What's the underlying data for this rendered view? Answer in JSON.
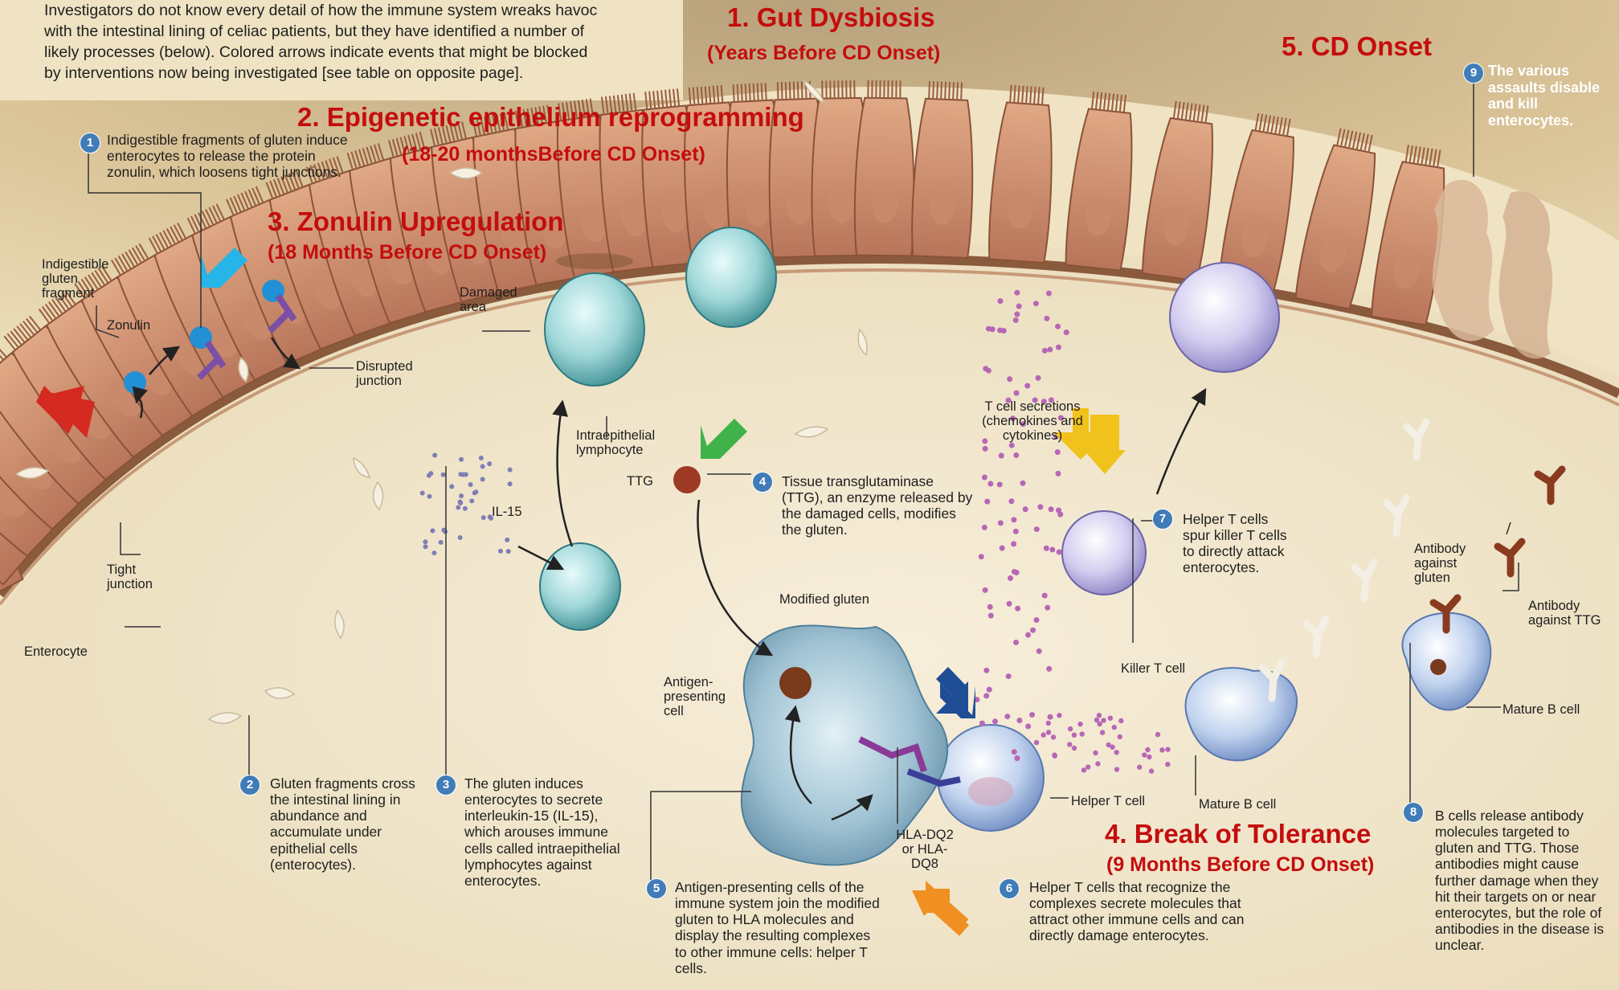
{
  "intro": {
    "line1": "Investigators do not know every detail of how the immune system wreaks havoc",
    "line2": "with the intestinal lining of celiac patients, but they have identified a number of",
    "line3": "likely processes (below). Colored arrows indicate events that might be blocked",
    "line4": "by interventions now being investigated [see table on opposite page]."
  },
  "stages": {
    "s1_title": "1. Gut Dysbiosis",
    "s1_sub": "(Years Before CD Onset)",
    "s2_title": "2. Epigenetic epithelium reprogramming",
    "s2_sub": "(18-20 monthsBefore CD Onset)",
    "s3_title": "3. Zonulin Upregulation",
    "s3_sub": "(18 Months Before CD Onset)",
    "s4_title": "4. Break of Tolerance",
    "s4_sub": "(9 Months Before CD Onset)",
    "s5_title": "5. CD Onset"
  },
  "labels": {
    "gluten_fragment": "Indigestible gluten fragment",
    "zonulin": "Zonulin",
    "disrupted_junction": "Disrupted junction",
    "tight_junction": "Tight junction",
    "enterocyte": "Enterocyte",
    "damaged_area": "Damaged area",
    "iel": "Intraepithelial lymphocyte",
    "il15": "IL-15",
    "ttg": "TTG",
    "tcell_secretions": "T cell secretions (chemokines and cytokines)",
    "modified_gluten": "Modified gluten",
    "apc": "Antigen-presenting cell",
    "hla": "HLA-DQ2 or HLA-DQ8",
    "helper_tcell": "Helper T cell",
    "killer_tcell": "Killer T cell",
    "mature_bcell_1": "Mature B cell",
    "mature_bcell_2": "Mature B cell",
    "ab_gluten": "Antibody against gluten",
    "ab_ttg": "Antibody against TTG"
  },
  "steps": [
    {
      "num": "1",
      "text": "Indigestible fragments of gluten induce enterocytes to release the protein zonulin, which loosens tight junctions."
    },
    {
      "num": "2",
      "text": "Gluten fragments cross the intestinal lining in abundance and accumulate under epithelial cells (enterocytes)."
    },
    {
      "num": "3",
      "text": "The gluten induces enterocytes to secrete interleukin-15 (IL-15), which arouses immune cells called intraepithelial lymphocytes against enterocytes."
    },
    {
      "num": "4",
      "text": "Tissue transglutaminase (TTG), an enzyme released by the damaged cells, modifies the gluten."
    },
    {
      "num": "5",
      "text": "Antigen-presenting cells of the immune system join the modified gluten to HLA molecules and display the resulting complexes to other immune cells: helper T cells."
    },
    {
      "num": "6",
      "text": "Helper T cells that recognize the complexes secrete molecules that attract other immune cells and can directly damage enterocytes."
    },
    {
      "num": "7",
      "text": "Helper T cells spur killer T cells to directly attack enterocytes."
    },
    {
      "num": "8",
      "text": "B cells release antibody molecules targeted to gluten and TTG. Those antibodies might cause further damage when they hit their targets on or near enterocytes, but the role of antibodies in the disease is unclear."
    },
    {
      "num": "9",
      "text": "The various assaults disable and kill enterocytes."
    }
  ],
  "colors": {
    "title_red": "#c40d0d",
    "arrow_red": "#d42a1f",
    "arrow_cyan": "#26b5e8",
    "arrow_green": "#3fb24a",
    "arrow_yellow": "#f1c21b",
    "arrow_navy": "#1f4e97",
    "arrow_orange": "#f08f22",
    "step_badge": "#3f7cb8"
  }
}
